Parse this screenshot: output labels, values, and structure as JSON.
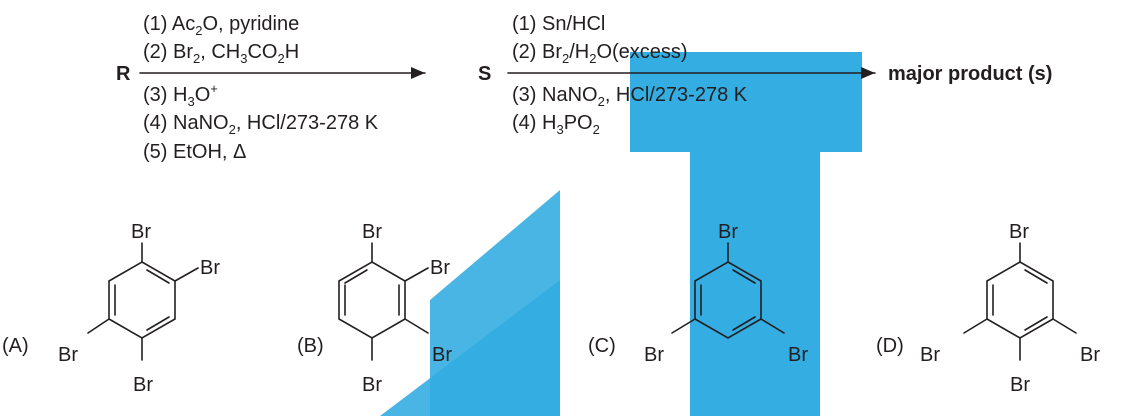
{
  "reaction": {
    "reactant": "R",
    "intermediate": "S",
    "product_label": "major product (s)",
    "step1_reagents": {
      "r1": [
        "(1) Ac",
        "2",
        "O, pyridine"
      ],
      "r2": [
        "(2) Br",
        "2",
        ", CH",
        "3",
        "CO",
        "2",
        "H"
      ],
      "r3": [
        "(3) H",
        "3",
        "O",
        "+"
      ],
      "r4": [
        "(4) NaNO",
        "2",
        ", HCl/273-278 K"
      ],
      "r5": [
        "(5) EtOH, ",
        "Δ"
      ]
    },
    "step2_reagents": {
      "r1": [
        "(1) Sn/HCl"
      ],
      "r2": [
        "(2) Br",
        "2",
        "/H",
        "2",
        "O(excess)"
      ],
      "r3": [
        "(3) NaNO",
        "2",
        ", HCl/273-278 K"
      ],
      "r4": [
        "(4) H",
        "3",
        "PO",
        "2"
      ]
    }
  },
  "options": {
    "A": {
      "label": "(A)",
      "substituent": "Br"
    },
    "B": {
      "label": "(B)",
      "substituent": "Br"
    },
    "C": {
      "label": "(C)",
      "substituent": "Br"
    },
    "D": {
      "label": "(D)",
      "substituent": "Br"
    }
  },
  "colors": {
    "ink": "#231f20",
    "watermark": "#29a9e1"
  }
}
